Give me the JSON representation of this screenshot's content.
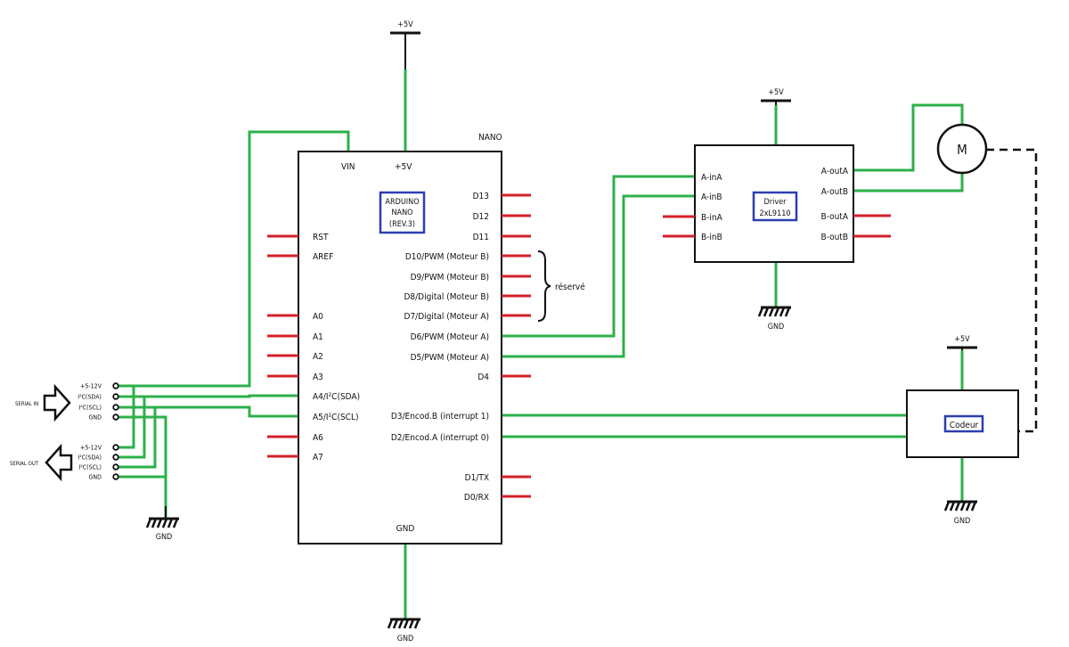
{
  "supplies": {
    "arduino_5v": "+5V",
    "driver_5v": "+5V",
    "encoder_5v": "+5V"
  },
  "grounds": {
    "arduino_gnd": "GND",
    "driver_gnd": "GND",
    "encoder_gnd": "GND",
    "bus_gnd": "GND"
  },
  "arduino": {
    "board_name": "NANO",
    "label_lines": [
      "ARDUINO",
      "NANO",
      "(REV.3)"
    ],
    "top_pins": [
      "VIN",
      "+5V"
    ],
    "bottom_pin": "GND",
    "left_pins": [
      "RST",
      "AREF",
      "A0",
      "A1",
      "A2",
      "A3",
      "A4/I²C(SDA)",
      "A5/I²C(SCL)",
      "A6",
      "A7"
    ],
    "right_pins": [
      "D13",
      "D12",
      "D11",
      "D10/PWM (Moteur B)",
      "D9/PWM (Moteur B)",
      "D8/Digital (Moteur B)",
      "D7/Digital (Moteur A)",
      "D6/PWM (Moteur A)",
      "D5/PWM (Moteur A)",
      "D4",
      "D3/Encod.B (interrupt 1)",
      "D2/Encod.A (interrupt 0)",
      "D1/TX",
      "D0/RX"
    ],
    "reserved_label": "réservé"
  },
  "driver": {
    "label_lines": [
      "Driver",
      "2xL9110"
    ],
    "inputs": [
      "A-inA",
      "A-inB",
      "B-inA",
      "B-inB"
    ],
    "outputs": [
      "A-outA",
      "A-outB",
      "B-outA",
      "B-outB"
    ]
  },
  "motor": {
    "label": "M"
  },
  "encoder": {
    "label": "Codeur"
  },
  "serial_in": {
    "label": "SERIAL IN",
    "pins": [
      "+5-12V",
      "I²C(SDA)",
      "I²C(SCL)",
      "GND"
    ]
  },
  "serial_out": {
    "label": "SERIAL OUT",
    "pins": [
      "+5-12V",
      "I²C(SDA)",
      "I²C(SCL)",
      "GND"
    ]
  },
  "colors": {
    "wire": "#2db04b",
    "unused_pin": "#d3202a",
    "label_box": "#2b3fb0"
  }
}
